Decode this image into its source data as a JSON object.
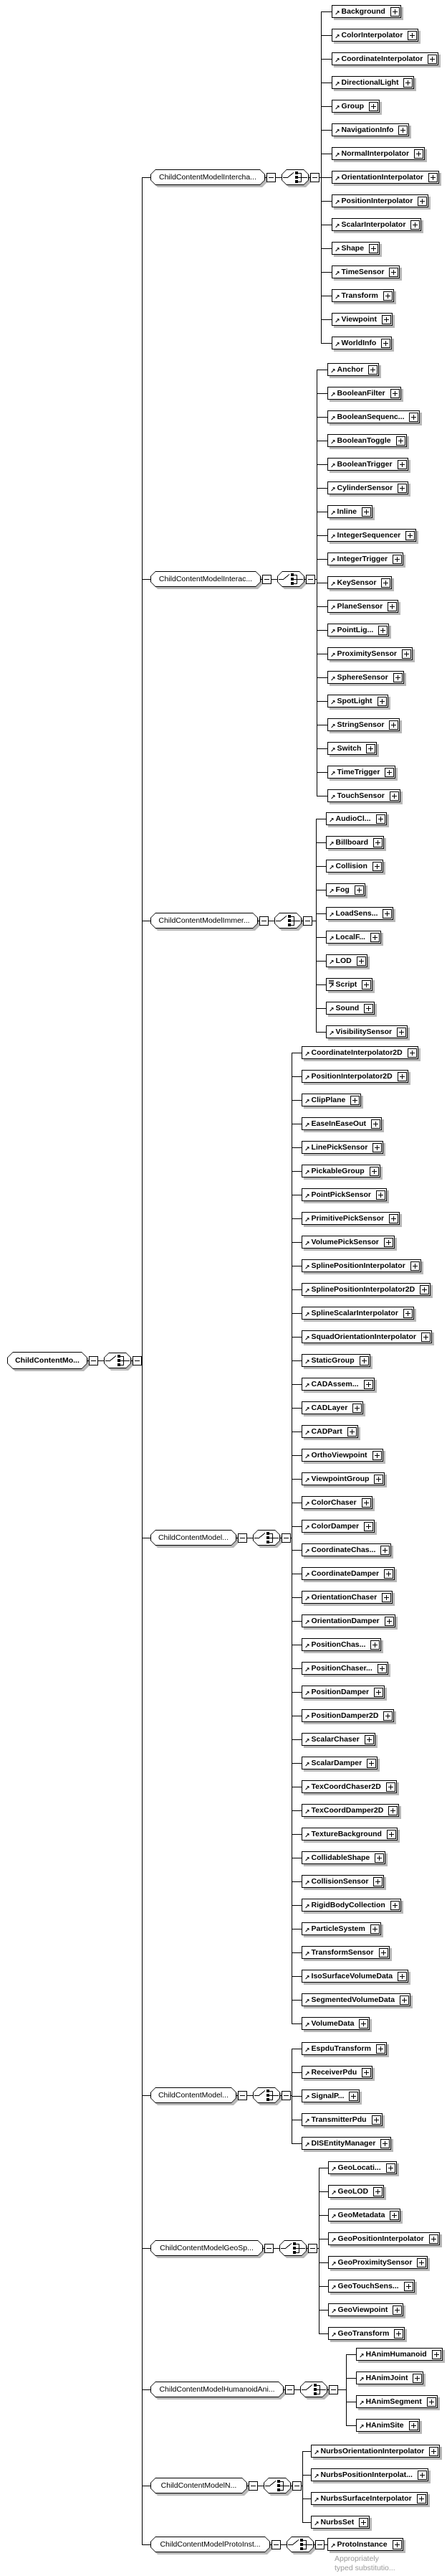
{
  "root": {
    "label": "ChildContentMo..."
  },
  "annotation": {
    "line1": "Appropriately",
    "line2": "typed substitutio..."
  },
  "icons": {
    "element_reference": "↗",
    "expand": "+",
    "collapse": "−",
    "choice": "choice-switch-glyph",
    "script_content": "lines-glyph"
  },
  "sections": [
    {
      "group_label": "ChildContentModelIntercha...",
      "children": [
        "Background",
        "ColorInterpolator",
        "CoordinateInterpolator",
        "DirectionalLight",
        "Group",
        "NavigationInfo",
        "NormalInterpolator",
        "OrientationInterpolator",
        "PositionInterpolator",
        "ScalarInterpolator",
        "Shape",
        "TimeSensor",
        "Transform",
        "Viewpoint",
        "WorldInfo"
      ]
    },
    {
      "group_label": "ChildContentModelInterac...",
      "children": [
        "Anchor",
        "BooleanFilter",
        "BooleanSequenc...",
        "BooleanToggle",
        "BooleanTrigger",
        "CylinderSensor",
        "Inline",
        "IntegerSequencer",
        "IntegerTrigger",
        "KeySensor",
        "PlaneSensor",
        "PointLig...",
        "ProximitySensor",
        "SphereSensor",
        "SpotLight",
        "StringSensor",
        "Switch",
        "TimeTrigger",
        "TouchSensor"
      ]
    },
    {
      "group_label": "ChildContentModelImmer...",
      "children": [
        "AudioCl...",
        "Billboard",
        "Collision",
        "Fog",
        "LoadSens...",
        "LocalF...",
        "LOD",
        "Script",
        "Sound",
        "VisibilitySensor"
      ]
    },
    {
      "group_label": "ChildContentModel...",
      "children": [
        "CoordinateInterpolator2D",
        "PositionInterpolator2D",
        "ClipPlane",
        "EaseInEaseOut",
        "LinePickSensor",
        "PickableGroup",
        "PointPickSensor",
        "PrimitivePickSensor",
        "VolumePickSensor",
        "SplinePositionInterpolator",
        "SplinePositionInterpolator2D",
        "SplineScalarInterpolator",
        "SquadOrientationInterpolator",
        "StaticGroup",
        "CADAssem...",
        "CADLayer",
        "CADPart",
        "OrthoViewpoint",
        "ViewpointGroup",
        "ColorChaser",
        "ColorDamper",
        "CoordinateChas...",
        "CoordinateDamper",
        "OrientationChaser",
        "OrientationDamper",
        "PositionChas...",
        "PositionChaser...",
        "PositionDamper",
        "PositionDamper2D",
        "ScalarChaser",
        "ScalarDamper",
        "TexCoordChaser2D",
        "TexCoordDamper2D",
        "TextureBackground",
        "CollidableShape",
        "CollisionSensor",
        "RigidBodyCollection",
        "ParticleSystem",
        "TransformSensor",
        "IsoSurfaceVolumeData",
        "SegmentedVolumeData",
        "VolumeData"
      ]
    },
    {
      "group_label": "ChildContentModel...",
      "children": [
        "EspduTransform",
        "ReceiverPdu",
        "SignalP...",
        "TransmitterPdu",
        "DISEntityManager"
      ]
    },
    {
      "group_label": "ChildContentModelGeoSp...",
      "children": [
        "GeoLocati...",
        "GeoLOD",
        "GeoMetadata",
        "GeoPositionInterpolator",
        "GeoProximitySensor",
        "GeoTouchSens...",
        "GeoViewpoint",
        "GeoTransform"
      ]
    },
    {
      "group_label": "ChildContentModelHumanoidAni...",
      "children": [
        "HAnimHumanoid",
        "HAnimJoint",
        "HAnimSegment",
        "HAnimSite"
      ]
    },
    {
      "group_label": "ChildContentModelN...",
      "children": [
        "NurbsOrientationInterpolator",
        "NurbsPositionInterpolat...",
        "NurbsSurfaceInterpolator",
        "NurbsSet"
      ]
    },
    {
      "group_label": "ChildContentModelProtoInst...",
      "children": [
        "ProtoInstance"
      ]
    }
  ]
}
